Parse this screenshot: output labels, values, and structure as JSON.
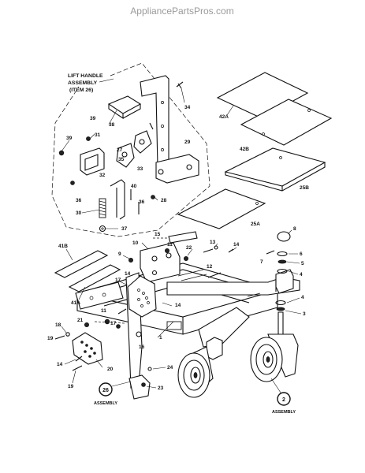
{
  "watermark": "AppliancePartsPros.com",
  "lift_handle": {
    "line1": "LIFT HANDLE",
    "line2": "ASSEMBLY",
    "line3": "(ITEM 26)"
  },
  "callouts": {
    "c26": {
      "number": "26",
      "label": "ASSEMBLY"
    },
    "c2": {
      "number": "2",
      "label": "ASSEMBLY"
    }
  },
  "parts": {
    "p34": "34",
    "p38": "38",
    "p39a": "39",
    "p39b": "39",
    "p31": "31",
    "p29": "29",
    "p27": "27",
    "p35": "35",
    "p33": "33",
    "p32": "32",
    "p36a": "36",
    "p40": "40",
    "p28": "28",
    "p30": "30",
    "p36b": "36",
    "p37": "37",
    "p42a": "42A",
    "p42b": "42B",
    "p25b": "25B",
    "p25a": "25A",
    "p8": "8",
    "p6": "6",
    "p5": "5",
    "p4a": "4",
    "p4b": "4",
    "p3": "3",
    "p7": "7",
    "p15": "15",
    "p10": "10",
    "p11a": "11",
    "p22": "22",
    "p13": "13",
    "p14a": "14",
    "p12": "12",
    "p9": "9",
    "p41b": "41B",
    "p41a": "41A",
    "p17a": "17",
    "p14b": "14",
    "p14c": "14",
    "p11b": "11",
    "p17b": "17",
    "p21": "21",
    "p18": "18",
    "p19a": "19",
    "p16": "16",
    "p1": "1",
    "p20": "20",
    "p14d": "14",
    "p19b": "19",
    "p24": "24",
    "p23": "23"
  }
}
